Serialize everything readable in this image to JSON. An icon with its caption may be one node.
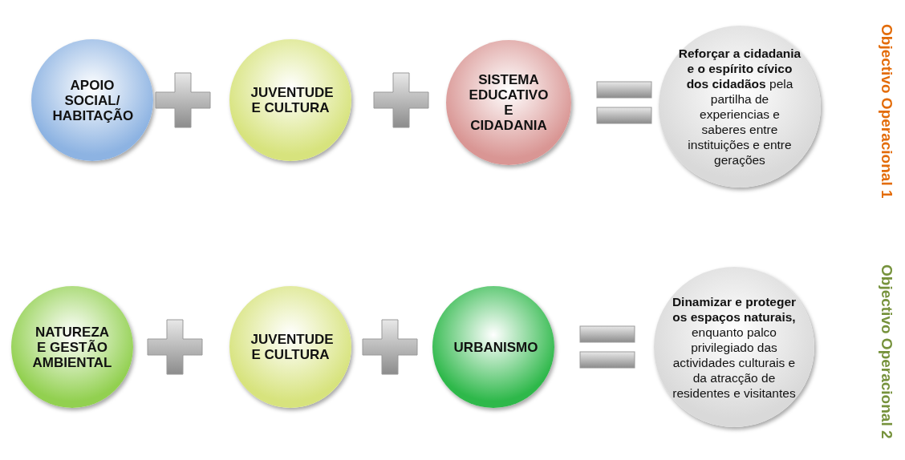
{
  "diagram": {
    "nodes": [
      {
        "text": [
          "APOIO SOCIAL/ HABITAÇÃO"
        ]
      },
      {
        "text": [
          "JUVENTUDE E CULTURA"
        ]
      },
      {
        "text": [
          "SISTEMA EDUCATIVO E CIDADANIA"
        ]
      },
      {
        "text": [
          "**Reforçar a cidadania e o espírito cívico dos cidadãos** pela partilha de experiencias e saberes entre instituições e entre gerações"
        ]
      },
      {
        "text": [
          "NATUREZA E GESTÃO AMBIENTAL"
        ]
      },
      {
        "text": [
          "JUVENTUDE E CULTURA"
        ]
      },
      {
        "text": [
          "URBANISMO"
        ]
      },
      {
        "text": [
          "**Dinamizar e proteger os espaços naturais,** enquanto palco privilegiado das actividades culturais e da atracção de residentes e visitantes"
        ]
      }
    ],
    "edges": [],
    "labels": [
      "Objectivo Operacional 1",
      "Objectivo Operacional 2"
    ]
  }
}
